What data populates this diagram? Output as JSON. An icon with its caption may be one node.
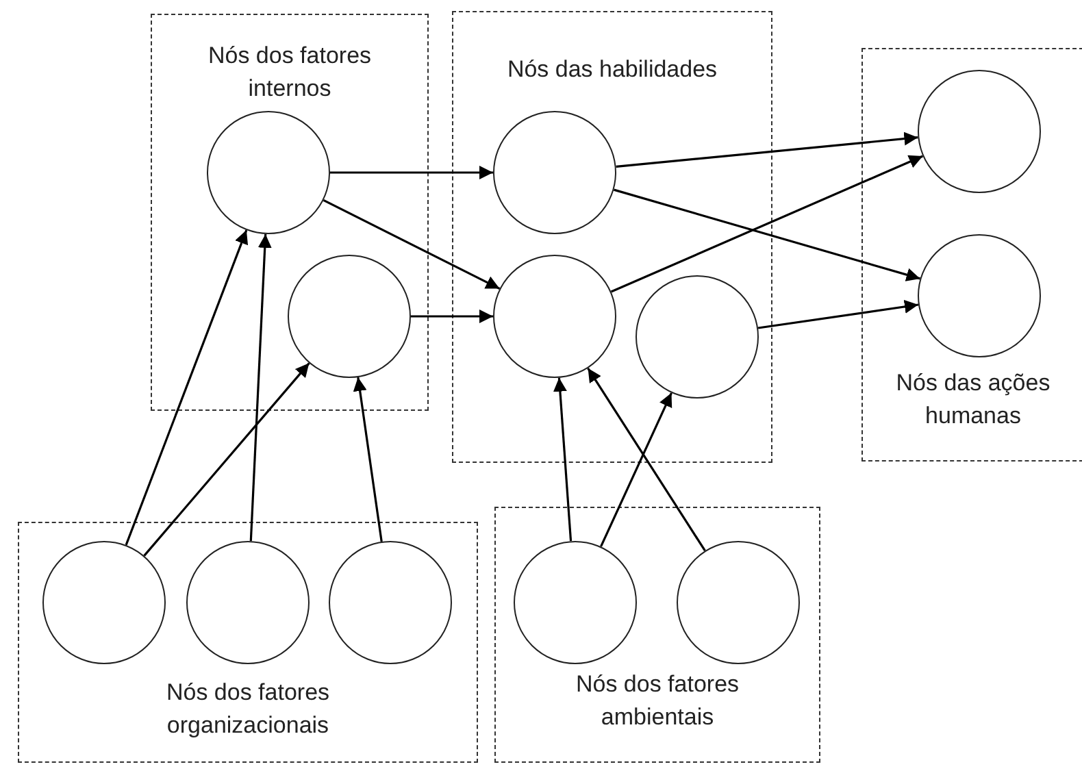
{
  "diagram": {
    "nodes": [
      {
        "text": [
          "Nós dos fatores internos"
        ]
      },
      {
        "text": [],
        "shape": "circle",
        "in": 0
      },
      {
        "text": [],
        "shape": "circle",
        "in": 0
      },
      {
        "text": [
          "Nós das habilidades"
        ]
      },
      {
        "text": [],
        "shape": "circle",
        "in": 3
      },
      {
        "text": [],
        "shape": "circle",
        "in": 3
      },
      {
        "text": [],
        "shape": "circle",
        "in": 3
      },
      {
        "text": [
          "Nós das ações humanas"
        ]
      },
      {
        "text": [],
        "shape": "circle",
        "in": 7
      },
      {
        "text": [],
        "shape": "circle",
        "in": 7
      },
      {
        "text": [
          "Nós dos fatores organizacionais"
        ]
      },
      {
        "text": [],
        "shape": "circle",
        "in": 10
      },
      {
        "text": [],
        "shape": "circle",
        "in": 10
      },
      {
        "text": [],
        "shape": "circle",
        "in": 10
      },
      {
        "text": [
          "Nós dos fatores ambientais"
        ]
      },
      {
        "text": [],
        "shape": "circle",
        "in": 14
      },
      {
        "text": [],
        "shape": "circle",
        "in": 14
      }
    ],
    "edges": [
      {
        "from": 1,
        "to": 4,
        "arrow": "to"
      },
      {
        "from": 1,
        "to": 5,
        "arrow": "to"
      },
      {
        "from": 2,
        "to": 5,
        "arrow": "to"
      },
      {
        "from": 4,
        "to": 8,
        "arrow": "to"
      },
      {
        "from": 4,
        "to": 9,
        "arrow": "to"
      },
      {
        "from": 5,
        "to": 8,
        "arrow": "to"
      },
      {
        "from": 6,
        "to": 9,
        "arrow": "to"
      },
      {
        "from": 11,
        "to": 1,
        "arrow": "to"
      },
      {
        "from": 11,
        "to": 2,
        "arrow": "to"
      },
      {
        "from": 12,
        "to": 1,
        "arrow": "to"
      },
      {
        "from": 13,
        "to": 2,
        "arrow": "to"
      },
      {
        "from": 15,
        "to": 5,
        "arrow": "to"
      },
      {
        "from": 15,
        "to": 6,
        "arrow": "to"
      },
      {
        "from": 16,
        "to": 5,
        "arrow": "to"
      }
    ]
  }
}
